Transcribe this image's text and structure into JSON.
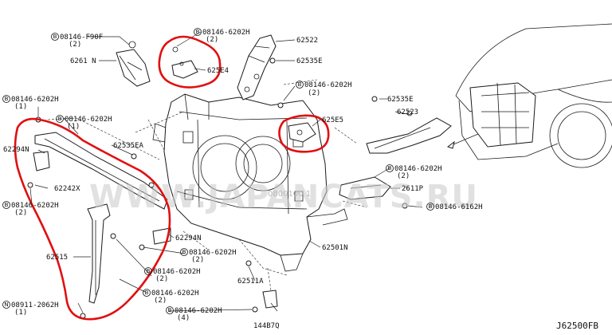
{
  "diagram": {
    "code": "J62500FB",
    "watermark": "WWW.JAPANCATS.RU",
    "watermark_sub": "0800100 1",
    "red_mark_color": "#e01010",
    "labels": {
      "l01": "08146-6202H",
      "l01q": "(2)",
      "l02": "62522",
      "l03": "08146-F90F",
      "l03q": "(2)",
      "l04": "6261 N",
      "l05": "62535E",
      "l06": "625E4",
      "l07": "08146-6202H",
      "l07q": "(2)",
      "l08": "62535E",
      "l09": "08146-6202H",
      "l09q": "(1)",
      "l10": "08146-6202H",
      "l10q": "(1)",
      "l11": "62523",
      "l12": "625E5",
      "l13": "62294N",
      "l14": "62535EA",
      "l15": "08146-6202H",
      "l15q": "(2)",
      "l16": "62242X",
      "l17": "2611P",
      "l18": "08146-6202H",
      "l18q": "(2)",
      "l19": "08146-6162H",
      "l20": "62294N",
      "l21": "62515",
      "l22": "08146-6202H",
      "l22q": "(2)",
      "l23": "62501N",
      "l24": "08146-6202H",
      "l24q": "(2)",
      "l25": "62511A",
      "l26": "08146-6202H",
      "l26q": "(2)",
      "l27": "08911-2062H",
      "l27q": "(1)",
      "l28": "08146-6202H",
      "l28q": "(4)",
      "l29": "144B7Q"
    },
    "callout_letters": {
      "b": "B",
      "n": "N"
    }
  }
}
